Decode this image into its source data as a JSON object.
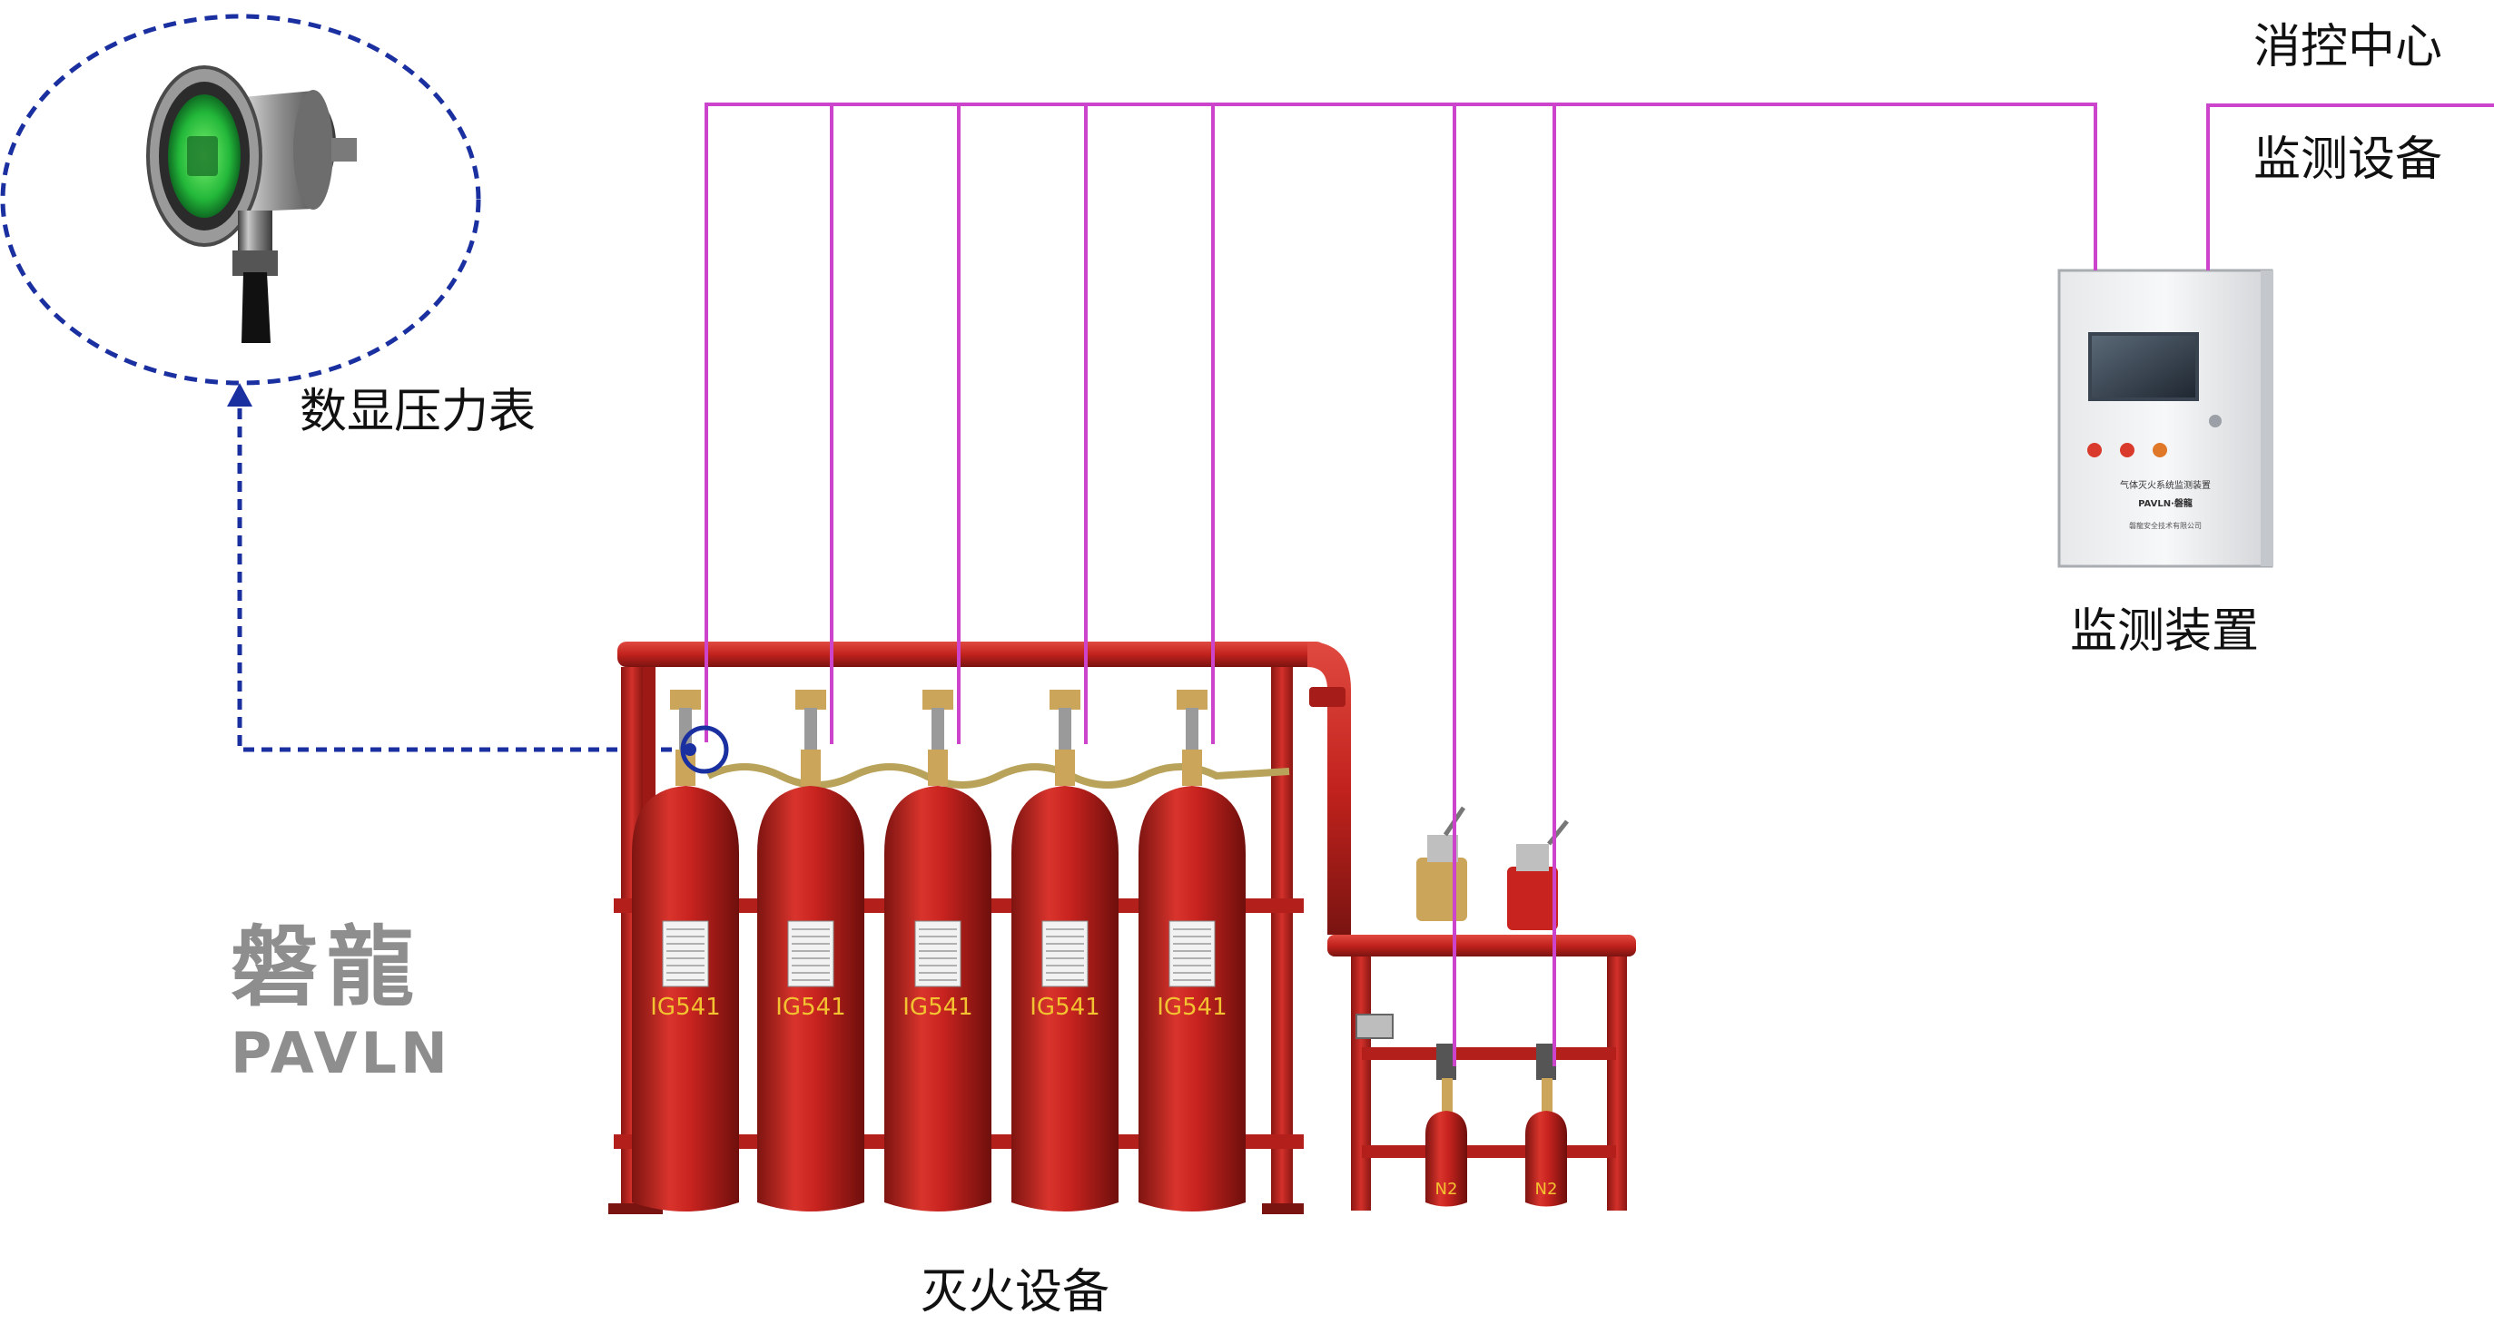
{
  "labels": {
    "control_center": "消控中心",
    "monitoring_equipment": "监测设备",
    "digital_gauge": "数显压力表",
    "monitoring_device": "监测装置",
    "extinguishing_equipment": "灭火设备"
  },
  "brand": {
    "chinese": "磐龍",
    "english": "PAVLN"
  },
  "cylinders": [
    "IG541",
    "IG541",
    "IG541",
    "IG541",
    "IG541"
  ],
  "pilot_bottles": [
    "N2",
    "N2"
  ],
  "panel": {
    "title": "气体灭火系统监测装置",
    "brand": "PAVLN·磐龍",
    "maker": "磐龍安全技术有限公司"
  },
  "colors": {
    "signal_line": "#cc44cc",
    "gauge_link": "#1a2fa0",
    "pipe_red": "#c8231f",
    "cylinder_red": "#b9201b"
  }
}
